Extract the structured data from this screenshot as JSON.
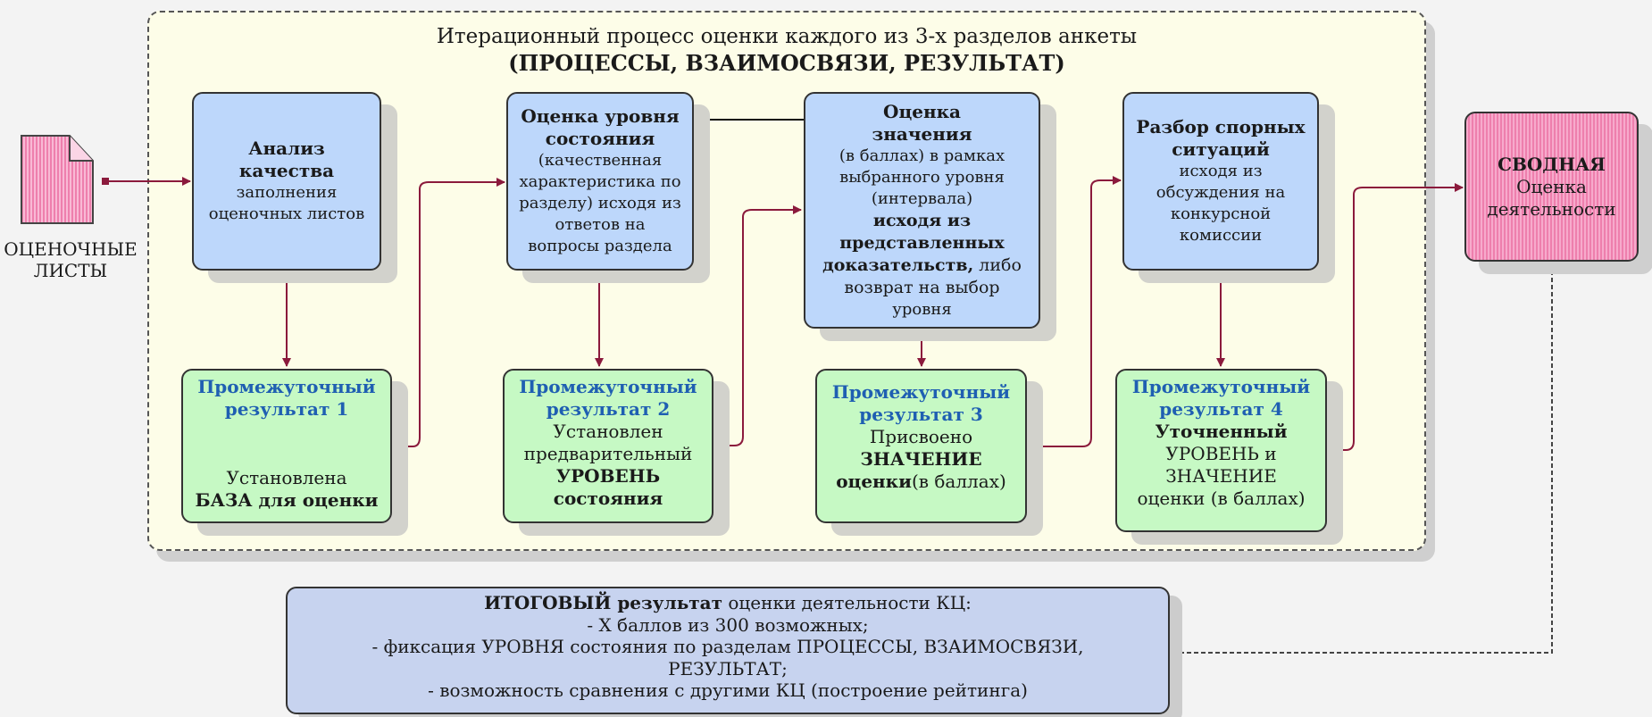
{
  "frame": {
    "title_line1": "Итерационный процесс оценки каждого из 3-х разделов анкеты",
    "title_line2": "(ПРОЦЕССЫ, ВЗАИМОСВЯЗИ, РЕЗУЛЬТАТ)"
  },
  "input": {
    "label_line1": "ОЦЕНОЧНЫЕ",
    "label_line2": "ЛИСТЫ"
  },
  "steps": [
    {
      "lines": [
        "Анализ",
        "качества",
        "заполнения",
        "оценочных листов"
      ]
    },
    {
      "lines": [
        "Оценка уровня",
        "состояния",
        "(качественная",
        "характеристика по",
        "разделу) исходя из",
        "ответов на",
        "вопросы раздела"
      ]
    },
    {
      "lines": [
        "Оценка",
        "значения",
        "(в баллах) в рамках",
        "выбранного уровня",
        "(интервала)",
        "исходя из",
        "представленных",
        "доказательств,",
        "либо",
        "возврат на выбор",
        "уровня"
      ]
    },
    {
      "lines": [
        "Разбор спорных",
        "ситуаций",
        "исходя из",
        "обсуждения на",
        "конкурсной",
        "комиссии"
      ]
    }
  ],
  "results": [
    {
      "title1": "Промежуточный",
      "title2": "результат 1",
      "line1": "Установлена",
      "line2": "БАЗА для оценки"
    },
    {
      "title1": "Промежуточный",
      "title2": "результат 2",
      "line1": "Установлен",
      "line2": "предварительный",
      "line3": "УРОВЕНЬ",
      "line4": "состояния"
    },
    {
      "title1": "Промежуточный",
      "title2": "результат 3",
      "line1": "Присвоено",
      "line2": "ЗНАЧЕНИЕ",
      "line3a": "оценки",
      "line3b": "(в баллах)"
    },
    {
      "title1": "Промежуточный",
      "title2": "результат 4",
      "line1": "Уточненный",
      "line2": "УРОВЕНЬ и",
      "line3": "ЗНАЧЕНИЕ",
      "line4": "оценки (в баллах)"
    }
  ],
  "summary_box": {
    "line1": "СВОДНАЯ",
    "line2": "Оценка",
    "line3": "деятельности"
  },
  "final": {
    "line1_bold": "ИТОГОВЫЙ результат",
    "line1_rest": " оценки деятельности КЦ:",
    "line2": "- Х баллов из 300 возможных;",
    "line3": "- фиксация УРОВНЯ состояния по разделам ПРОЦЕССЫ, ВЗАИМОСВЯЗИ,",
    "line4": "РЕЗУЛЬТАТ;",
    "line5": "- возможность сравнения с другими КЦ  (построение рейтинга)"
  },
  "colors": {
    "connector": "#8b1a3c",
    "step_fill": "#bdd7fb",
    "result_fill": "#c6f9c4",
    "summary_fill": "#f5a0c4",
    "final_fill": "#c7d3ef",
    "result_title": "#1f5fb2"
  }
}
